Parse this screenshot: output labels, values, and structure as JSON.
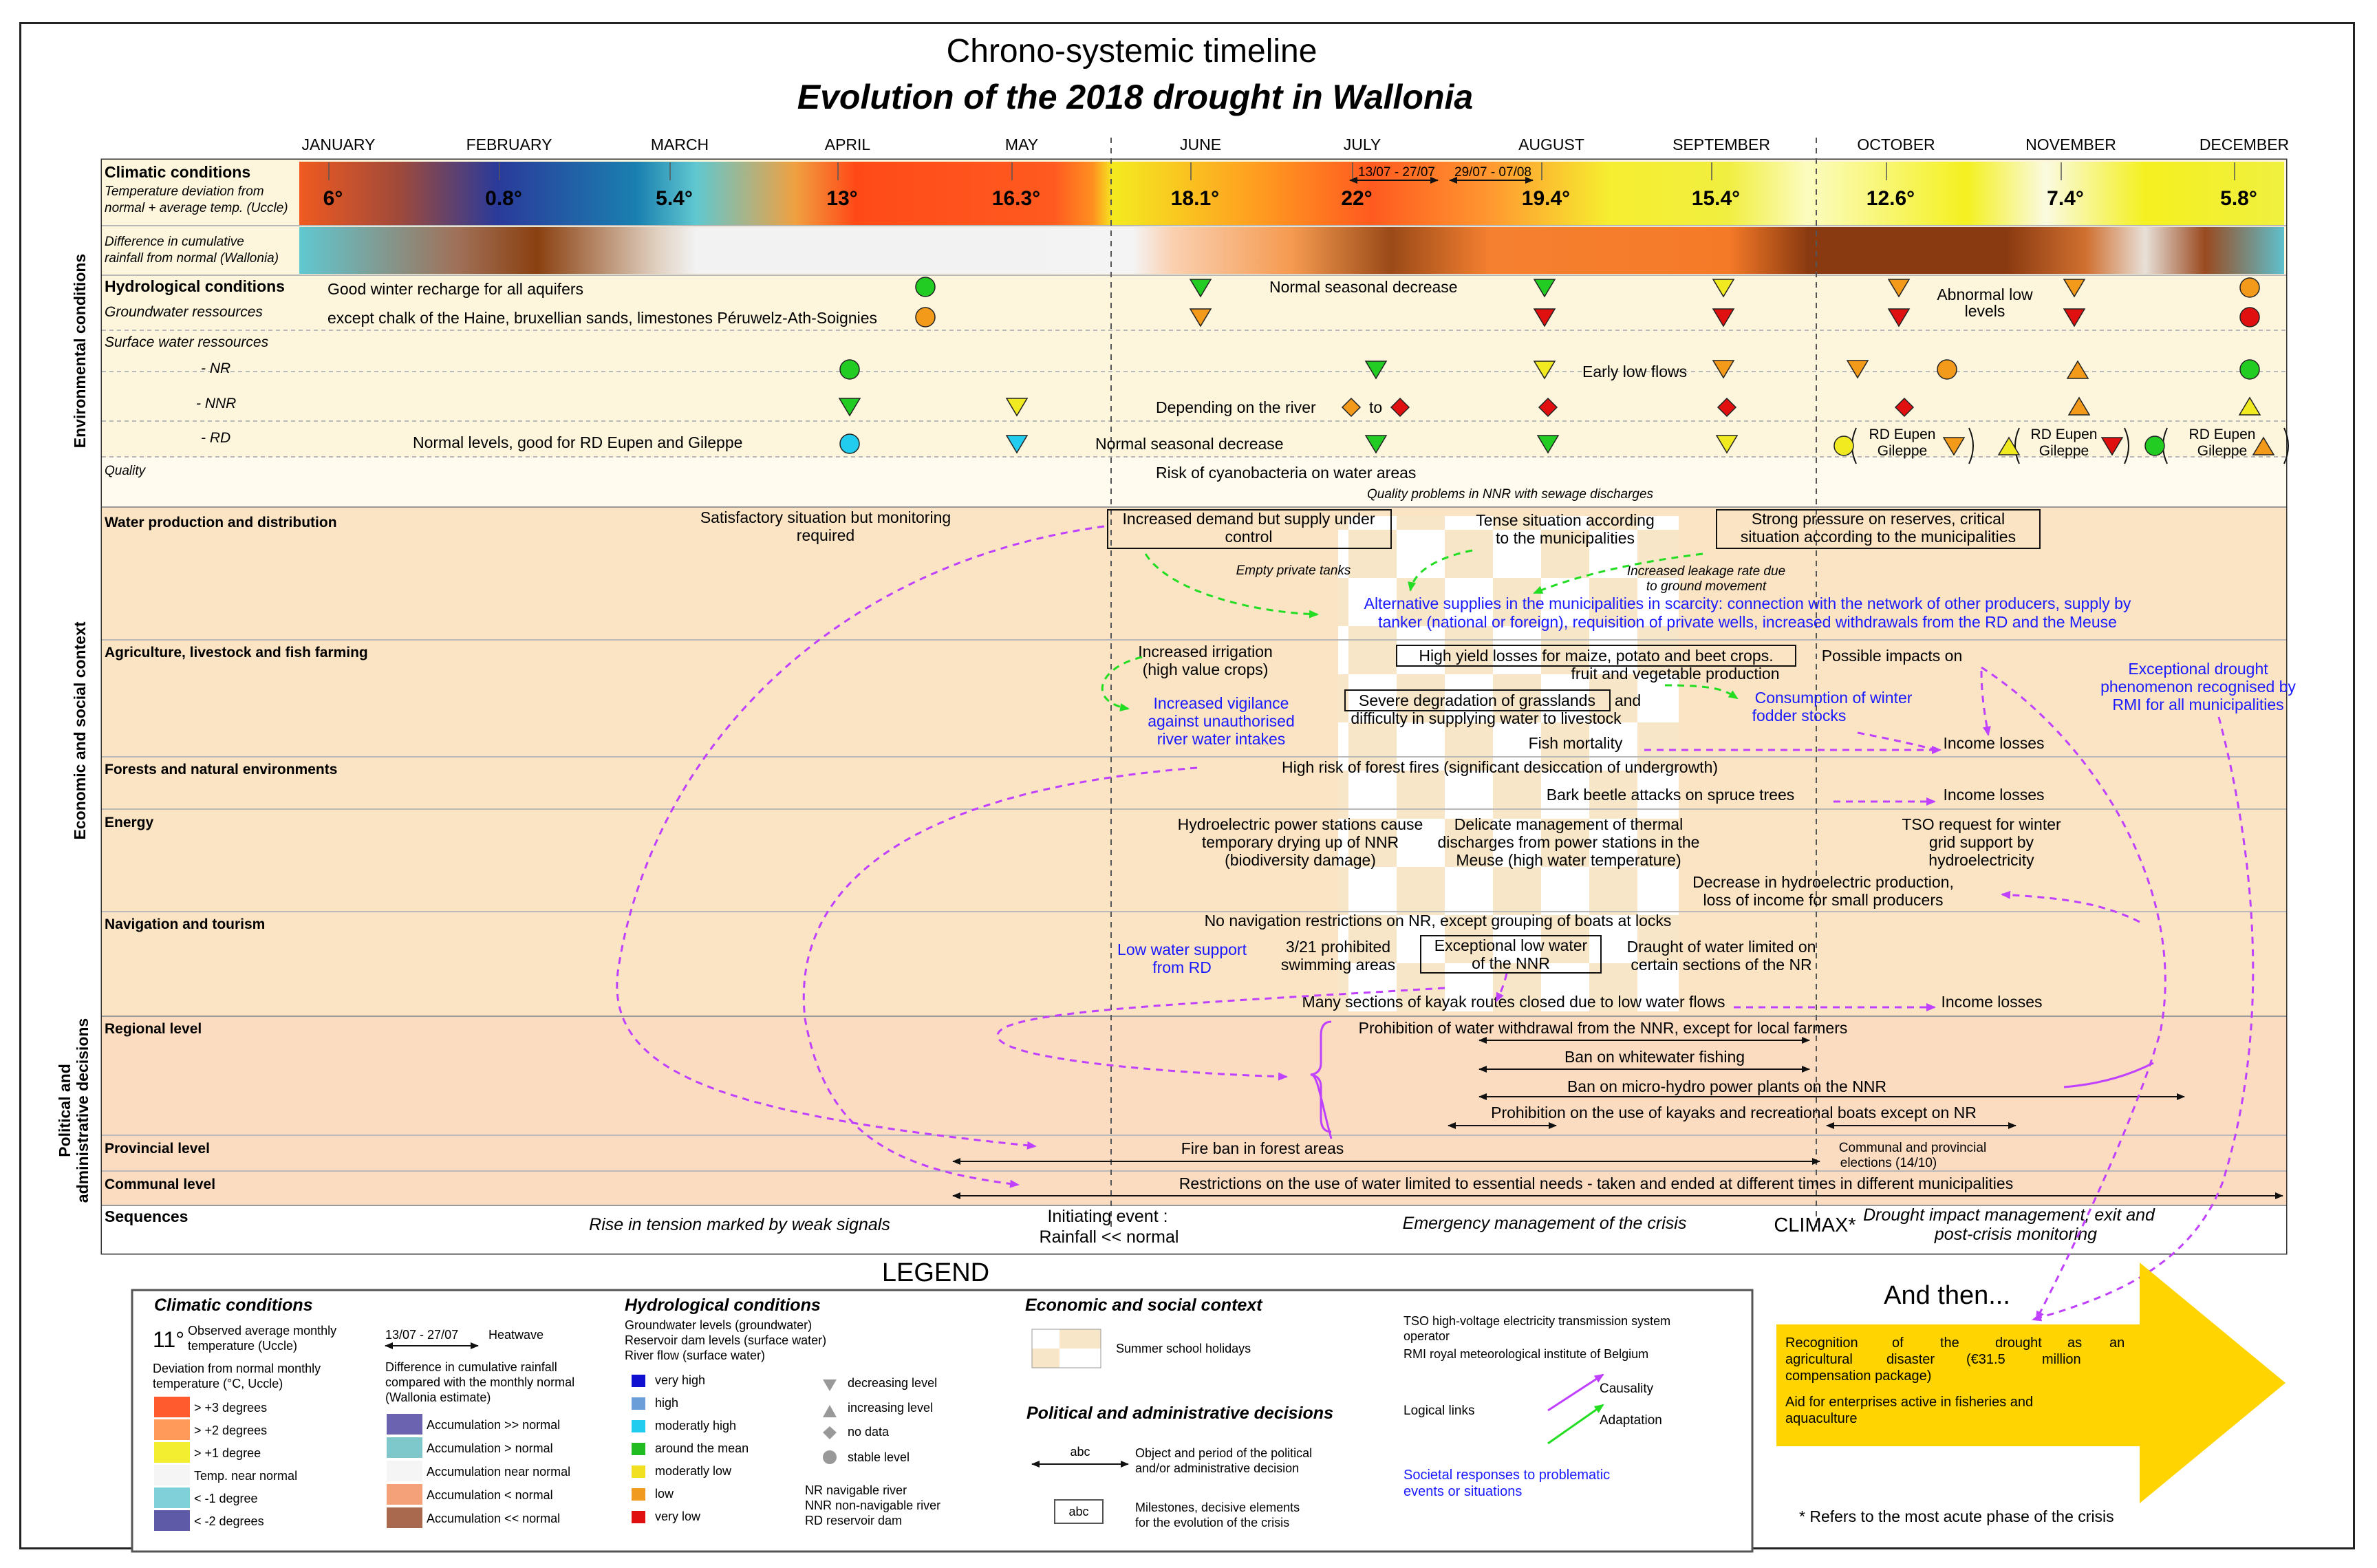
{
  "title": "Chrono-systemic timeline",
  "subtitle": "Evolution of the 2018 drought in Wallonia",
  "months": [
    "JANUARY",
    "FEBRUARY",
    "MARCH",
    "APRIL",
    "MAY",
    "JUNE",
    "JULY",
    "AUGUST",
    "SEPTEMBER",
    "OCTOBER",
    "NOVEMBER",
    "DECEMBER"
  ],
  "temperatures": [
    "6°",
    "0.8°",
    "5.4°",
    "13°",
    "16.3°",
    "18.1°",
    "22°",
    "19.4°",
    "15.4°",
    "12.6°",
    "7.4°",
    "5.8°"
  ],
  "heatwaves": [
    "13/07 - 27/07",
    "29/07 - 07/08"
  ],
  "colors": {
    "hot3": "#ff5b2e",
    "hot2": "#ff9a3c",
    "hot1": "#f3ef30",
    "near": "#f5f5f5",
    "cold1": "#7fd0d8",
    "cold2": "#5e5aa8",
    "accHigh": "#6b63b0",
    "accGt": "#7ec8cc",
    "accLt": "#f4a078",
    "accLow": "#a9694e",
    "holiday": "#f6e3c4",
    "bandEnv": "#fdf6dc",
    "bandEco": "#fbe4c4",
    "bandPol": "#fbdcc0",
    "causality": "#c040ff",
    "adaptation": "#22dd22",
    "blueText": "#1a1aff"
  },
  "rows": {
    "climatic": "Climatic conditions",
    "climatic_sub": "Temperature deviation from normal + average temp. (Uccle)",
    "rainfall": "Difference in cumulative rainfall from normal (Wallonia)",
    "hydro": "Hydrological conditions",
    "groundwater": "Groundwater ressources",
    "surface": "Surface water ressources",
    "nr": "- NR",
    "nnr": "- NNR",
    "rd": "- RD",
    "quality": "Quality",
    "water_prod": "Water production and distribution",
    "agri": "Agriculture, livestock and fish farming",
    "forests": "Forests and natural environments",
    "energy": "Energy",
    "navigation": "Navigation and tourism",
    "regional": "Regional level",
    "provincial": "Provincial level",
    "communal": "Communal level",
    "sequences": "Sequences"
  },
  "side_labels": {
    "env": "Environmental conditions",
    "eco": "Economic and social context",
    "pol1": "Political and",
    "pol2": "administrative decisions"
  },
  "texts": {
    "gw1": "Good winter recharge for all aquifers",
    "gw2": "except chalk of the Haine, bruxellian sands, limestones Péruwelz-Ath-Soignies",
    "gw_normal": "Normal seasonal decrease",
    "gw_abn1": "Abnormal low",
    "gw_abn2": "levels",
    "nr_early": "Early low flows",
    "nnr_dep": "Depending on the river",
    "nnr_to": "to",
    "rd_normal": "Normal levels, good for RD Eupen and Gileppe",
    "rd_seasonal": "Normal seasonal decrease",
    "rd_eupen1": "RD Eupen",
    "rd_eupen2": "Gileppe",
    "q_cyano": "Risk of cyanobacteria on water areas",
    "q_nnr": "Quality problems in NNR with sewage discharges",
    "wp_sat1": "Satisfactory situation but monitoring",
    "wp_sat2": "required",
    "wp_inc1": "Increased demand but supply under",
    "wp_inc2": "control",
    "wp_tense1": "Tense situation according",
    "wp_tense2": "to the municipalities",
    "wp_strong1": "Strong pressure on reserves, critical",
    "wp_strong2": "situation according to the municipalities",
    "wp_empty": "Empty private tanks",
    "wp_leak1": "Increased leakage rate due",
    "wp_leak2": "to ground movement",
    "wp_alt1": "Alternative supplies in the municipalities in scarcity: connection with the network of other producers, supply by",
    "wp_alt2": "tanker (national or foreign), requisition of private wells, increased withdrawals from the RD and the Meuse",
    "ag_irr1": "Increased irrigation",
    "ag_irr2": "(high value crops)",
    "ag_vig1": "Increased vigilance",
    "ag_vig2": "against unauthorised",
    "ag_vig3": "river water intakes",
    "ag_yield": "High yield losses for maize, potato and beet crops.",
    "ag_yield2": "fruit and vegetable production",
    "ag_possible": "Possible impacts on",
    "ag_sev": "Severe degradation of grasslands",
    "ag_sev_and": "and",
    "ag_sev2": "difficulty in supplying water to livestock",
    "ag_cons1": "Consumption of winter",
    "ag_cons2": "fodder stocks",
    "ag_fish": "Fish mortality",
    "ag_income": "Income losses",
    "ex1": "Exceptional drought",
    "ex2": "phenomenon recognised by",
    "ex3": "RMI for all municipalities",
    "fo_fire": "High risk of forest fires (significant desiccation of undergrowth)",
    "fo_beetle": "Bark beetle attacks on spruce trees",
    "fo_income": "Income losses",
    "en_hydro1": "Hydroelectric power stations cause",
    "en_hydro2": "temporary drying up of NNR",
    "en_hydro3": "(biodiversity damage)",
    "en_del1": "Delicate management of thermal",
    "en_del2": "discharges from power stations in the",
    "en_del3": "Meuse (high water temperature)",
    "en_tso1": "TSO request for winter",
    "en_tso2": "grid support by",
    "en_tso3": "hydroelectricity",
    "en_dec1": "Decrease in hydroelectric production,",
    "en_dec2": "loss of income for small producers",
    "nav_no": "No navigation restrictions on NR, except grouping of boats at locks",
    "nav_low1": "Low water support",
    "nav_low2": "from RD",
    "nav_321a": "3/21 prohibited",
    "nav_321b": "swimming areas",
    "nav_exc1": "Exceptional low water",
    "nav_exc2": "of the NNR",
    "nav_dr1": "Draught of water limited on",
    "nav_dr2": "certain sections of the NR",
    "nav_kayak": "Many sections of kayak routes closed due to low water flows",
    "nav_income": "Income losses",
    "reg_prohib": "Prohibition of water withdrawal from the NNR, except for local farmers",
    "reg_fish": "Ban on whitewater fishing",
    "reg_micro": "Ban on micro-hydro power plants on the NNR",
    "reg_kayak": "Prohibition on the use of kayaks and recreational boats except on NR",
    "prov_fire": "Fire ban in forest areas",
    "prov_elec1": "Communal and provincial",
    "prov_elec2": "elections (14/10)",
    "com_restr": "Restrictions on the use of water limited to essential needs - taken and ended at different times in different municipalities",
    "seq_rise": "Rise in tension marked by weak signals",
    "seq_init1": "Initiating event :",
    "seq_init2": "Rainfall << normal",
    "seq_emerg": "Emergency management of the crisis",
    "seq_climax": "CLIMAX*",
    "seq_post1": "Drought impact management, exit and",
    "seq_post2": "post-crisis monitoring"
  },
  "legend": {
    "title": "LEGEND",
    "clim_title": "Climatic conditions",
    "temp_example": "11°",
    "temp_desc1": "Observed average monthly",
    "temp_desc2": "temperature (Uccle)",
    "dev_title1": "Deviation from normal monthly",
    "dev_title2": "temperature (°C, Uccle)",
    "dev_items": [
      "> +3 degrees",
      "> +2 degrees",
      "> +1 degree",
      "Temp. near normal",
      "< -1 degree",
      "< -2 degrees"
    ],
    "hw_example": "13/07 - 27/07",
    "hw_label": "Heatwave",
    "rain_title1": "Difference in cumulative rainfall",
    "rain_title2": "compared with the monthly normal",
    "rain_title3": "(Wallonia estimate)",
    "rain_items": [
      "Accumulation >> normal",
      "Accumulation > normal",
      "Accumulation near normal",
      "Accumulation < normal",
      "Accumulation << normal"
    ],
    "hydro_title": "Hydrological conditions",
    "hydro_sub1": "Groundwater levels (groundwater)",
    "hydro_sub2": "Reservoir dam levels (surface water)",
    "hydro_sub3": "River flow (surface water)",
    "level_items": [
      "very high",
      "high",
      "moderatly high",
      "around the mean",
      "moderatly low",
      "low",
      "very low"
    ],
    "level_colors": [
      "#1010d0",
      "#6a9ed8",
      "#22ccee",
      "#22bb22",
      "#f0e020",
      "#f09a20",
      "#e01010"
    ],
    "shape_items": [
      "decreasing level",
      "increasing level",
      "no data",
      "stable level"
    ],
    "abbrev1": "NR  navigable river",
    "abbrev2": "NNR non-navigable river",
    "abbrev3": "RD reservoir dam",
    "eco_title": "Economic and social context",
    "holidays": "Summer school holidays",
    "pol_title": "Political and administrative decisions",
    "abc": "abc",
    "obj1": "Object and period of the political",
    "obj2": "and/or administrative decision",
    "mile1": "Milestones, decisive elements",
    "mile2": "for the evolution of the crisis",
    "tso1": "TSO high-voltage electricity transmission system",
    "tso2": "operator",
    "rmi": "RMI royal meteorological institute of Belgium",
    "logical": "Logical links",
    "causality": "Causality",
    "adaptation": "Adaptation",
    "societal1": "Societal responses to problematic",
    "societal2": "events or situations",
    "note": "* Refers to the most acute phase of the crisis"
  },
  "and_then": {
    "title": "And then...",
    "text1a": "Recognition",
    "text1b": "of",
    "text1c": "the",
    "text1d": "drought",
    "text1e": "as",
    "text1f": "an",
    "text2a": "agricultural",
    "text2b": "disaster",
    "text2c": "(€31.5",
    "text2d": "million",
    "text3": "compensation package)",
    "text4": "Aid for enterprises active in fisheries and",
    "text5": "aquaculture"
  }
}
